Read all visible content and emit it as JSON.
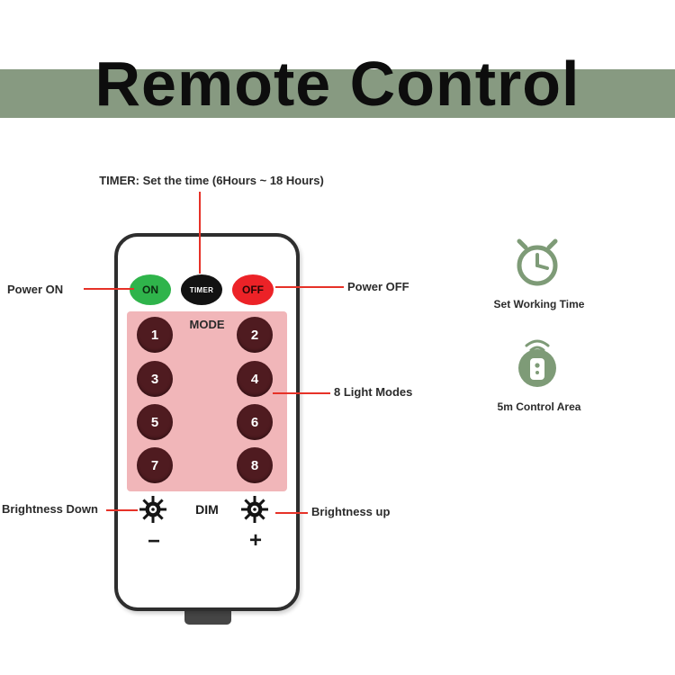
{
  "title": "Remote Control",
  "callouts": {
    "timer": "TIMER: Set the time (6Hours ~ 18 Hours)",
    "power_on": "Power ON",
    "power_off": "Power OFF",
    "light_modes": "8 Light Modes",
    "brightness_down": "Brightness Down",
    "brightness_up": "Brightness up"
  },
  "remote": {
    "power_buttons": [
      {
        "label": "ON",
        "color": "#2fb44b"
      },
      {
        "label": "TIMER",
        "color": "#121212"
      },
      {
        "label": "OFF",
        "color": "#ec2227"
      }
    ],
    "mode_label": "MODE",
    "mode_buttons": [
      "1",
      "2",
      "3",
      "4",
      "5",
      "6",
      "7",
      "8"
    ],
    "dim_label": "DIM",
    "minus_label": "−",
    "plus_label": "+"
  },
  "features": [
    {
      "icon": "alarm-clock-icon",
      "label": "Set Working Time"
    },
    {
      "icon": "remote-signal-icon",
      "label": "5m Control Area"
    }
  ],
  "colors": {
    "banner_green": "#879a81",
    "annotation_red": "#e63228",
    "panel_pink": "#f1b6b9",
    "mode_button_maroon": "#4f1b20",
    "feature_green": "#7e9b77"
  }
}
